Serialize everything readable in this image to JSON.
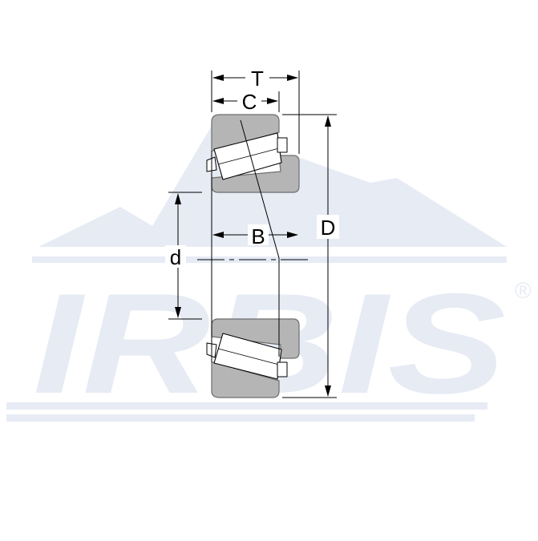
{
  "watermark": {
    "brand": "IRBIS",
    "registered_mark": "®",
    "color": "#e6ebf4"
  },
  "dimension_labels": {
    "T": "T",
    "C": "C",
    "B": "B",
    "d": "d",
    "D": "D"
  },
  "colors": {
    "ring_fill": "#b5b5b5",
    "ring_stroke": "#6e6e6e",
    "roller_fill": "#ffffff",
    "line": "#000000"
  }
}
